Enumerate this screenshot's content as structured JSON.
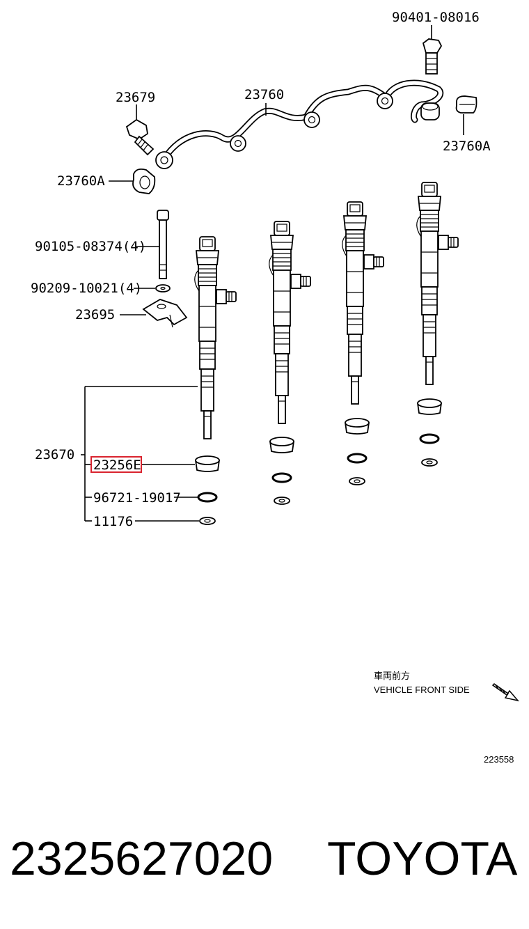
{
  "labels": {
    "p90401": "90401-08016",
    "p23679": "23679",
    "p23760": "23760",
    "p23760a_right": "23760A",
    "p23760a_left": "23760A",
    "p90105": "90105-08374(4)",
    "p90209": "90209-10021(4)",
    "p23695": "23695",
    "p23670": "23670",
    "p23256": "23256E",
    "p96721": "96721-19017",
    "p11176": "11176"
  },
  "note": {
    "jp": "車両前方",
    "en": "VEHICLE FRONT SIDE",
    "code": "223558"
  },
  "footer": {
    "part_number": "2325627020",
    "brand": "TOYOTA"
  },
  "colors": {
    "highlight": "#d9232e",
    "line": "#000000"
  }
}
